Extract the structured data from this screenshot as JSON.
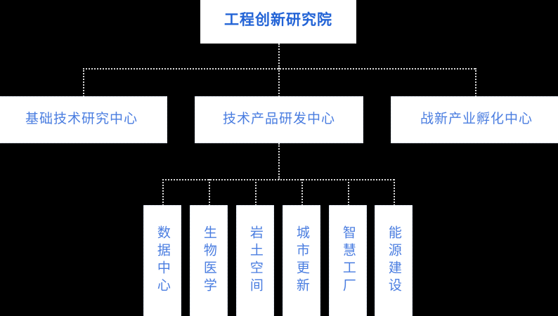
{
  "diagram": {
    "type": "organization-chart",
    "background_color": "#000000",
    "node_fill_color": "#ffffff",
    "root_text_color": "#2263d6",
    "node_text_color": "#4a7de0",
    "connector_color": "#d9d9d9",
    "root": {
      "label": "工程创新研究院"
    },
    "level2": [
      {
        "label": "基础技术研究中心"
      },
      {
        "label": "技术产品研发中心"
      },
      {
        "label": "战新产业孵化中心"
      }
    ],
    "level3_parent": "技术产品研发中心",
    "level3": [
      {
        "label": "数据中心"
      },
      {
        "label": "生物医学"
      },
      {
        "label": "岩土空间"
      },
      {
        "label": "城市更新"
      },
      {
        "label": "智慧工厂"
      },
      {
        "label": "能源建设"
      }
    ]
  }
}
